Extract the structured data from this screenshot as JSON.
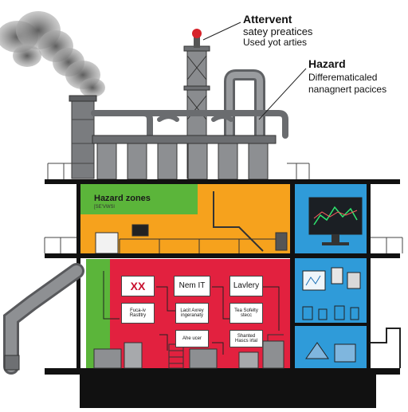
{
  "callouts": {
    "safety_title": "Attervent",
    "safety_subtitle1": "satey preatices",
    "safety_subtitle2": "Used yot arties",
    "hazard_title": "Hazard",
    "hazard_subtitle1": "Differematicaled",
    "hazard_subtitle2": "nanagnert pacices"
  },
  "zones": {
    "title": "Hazard zones",
    "subtitle": "[SE'VWSl"
  },
  "cards": {
    "r1c1": "XX",
    "r1c2": "Nem IT",
    "r1c3": "Lavlery",
    "r2c1": "Fuca-iv Rastltry",
    "r2c2": "Lacit Axrey ingeranaty",
    "r2c3": "Tea Sofelty stecc",
    "r3c2": "Ahe ucer",
    "r3c3": "Shanted Hascs irtal"
  },
  "colors": {
    "zone_green": "#5bb53a",
    "zone_orange": "#f6a21d",
    "zone_red": "#e2213f",
    "zone_blue": "#2f9bd9",
    "steel": "#6f7174",
    "smoke": "#7a7a7a",
    "beacon": "#d6232a"
  }
}
